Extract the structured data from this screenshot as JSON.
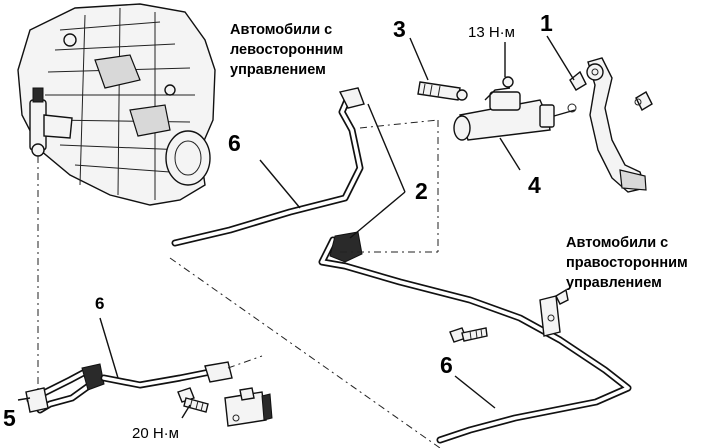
{
  "caption_lhd": [
    "Автомобили с",
    "левосторонним",
    "управлением"
  ],
  "caption_rhd": [
    "Автомобили с",
    "правосторонним",
    "управлением"
  ],
  "callouts": {
    "item_1": "1",
    "item_2": "2",
    "item_3": "3",
    "item_4": "4",
    "item_5": "5",
    "item_6_upper": "6",
    "item_6_lower_left": "6",
    "item_6_lower_right": "6"
  },
  "torques": {
    "master_cylinder_nut": "13 Н·м",
    "slave_cylinder_bolt": "20 Н·м"
  },
  "icons": [
    "transmission-illustration",
    "clutch-pedal-illustration",
    "master-cylinder-illustration",
    "slave-cylinder-illustration",
    "pipe-bracket-illustration"
  ]
}
